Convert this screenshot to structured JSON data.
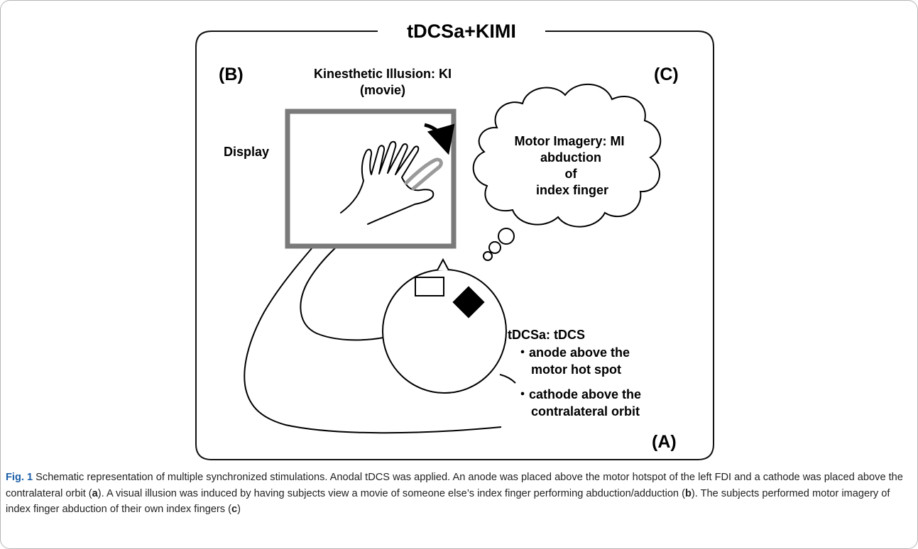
{
  "figure": {
    "title": "tDCSa+KIMI",
    "labels": {
      "panel_a": "(A)",
      "panel_b": "(B)",
      "panel_c": "(C)",
      "ki_line1": "Kinesthetic Illusion: KI",
      "ki_line2": "(movie)",
      "display": "Display",
      "mi_line1": "Motor Imagery: MI",
      "mi_line2": "abduction",
      "mi_line3": "of",
      "mi_line4": "index finger",
      "tdcs_title": "tDCSa: tDCS",
      "tdcs_line1": "・anode above the",
      "tdcs_line2": "motor hot spot",
      "tdcs_line3": "・cathode above the",
      "tdcs_line4": "contralateral orbit"
    },
    "colors": {
      "display_frame": "#7a7a7a",
      "moving_finger": "#9a9a9a",
      "anode": "#000000",
      "fig_number": "#1b5fa8"
    }
  },
  "caption": {
    "fig_number": "Fig. 1",
    "text": " Schematic representation of multiple synchronized stimulations. Anodal tDCS was applied. An anode was placed above the motor hotspot of the left FDI and a cathode was placed above the contralateral orbit (",
    "ref_a": "a",
    "text2": "). A visual illusion was induced by having subjects view a movie of someone else’s index finger performing abduction/adduction (",
    "ref_b": "b",
    "text3": "). The subjects performed motor imagery of index finger abduction of their own index fingers (",
    "ref_c": "c",
    "text4": ")"
  }
}
